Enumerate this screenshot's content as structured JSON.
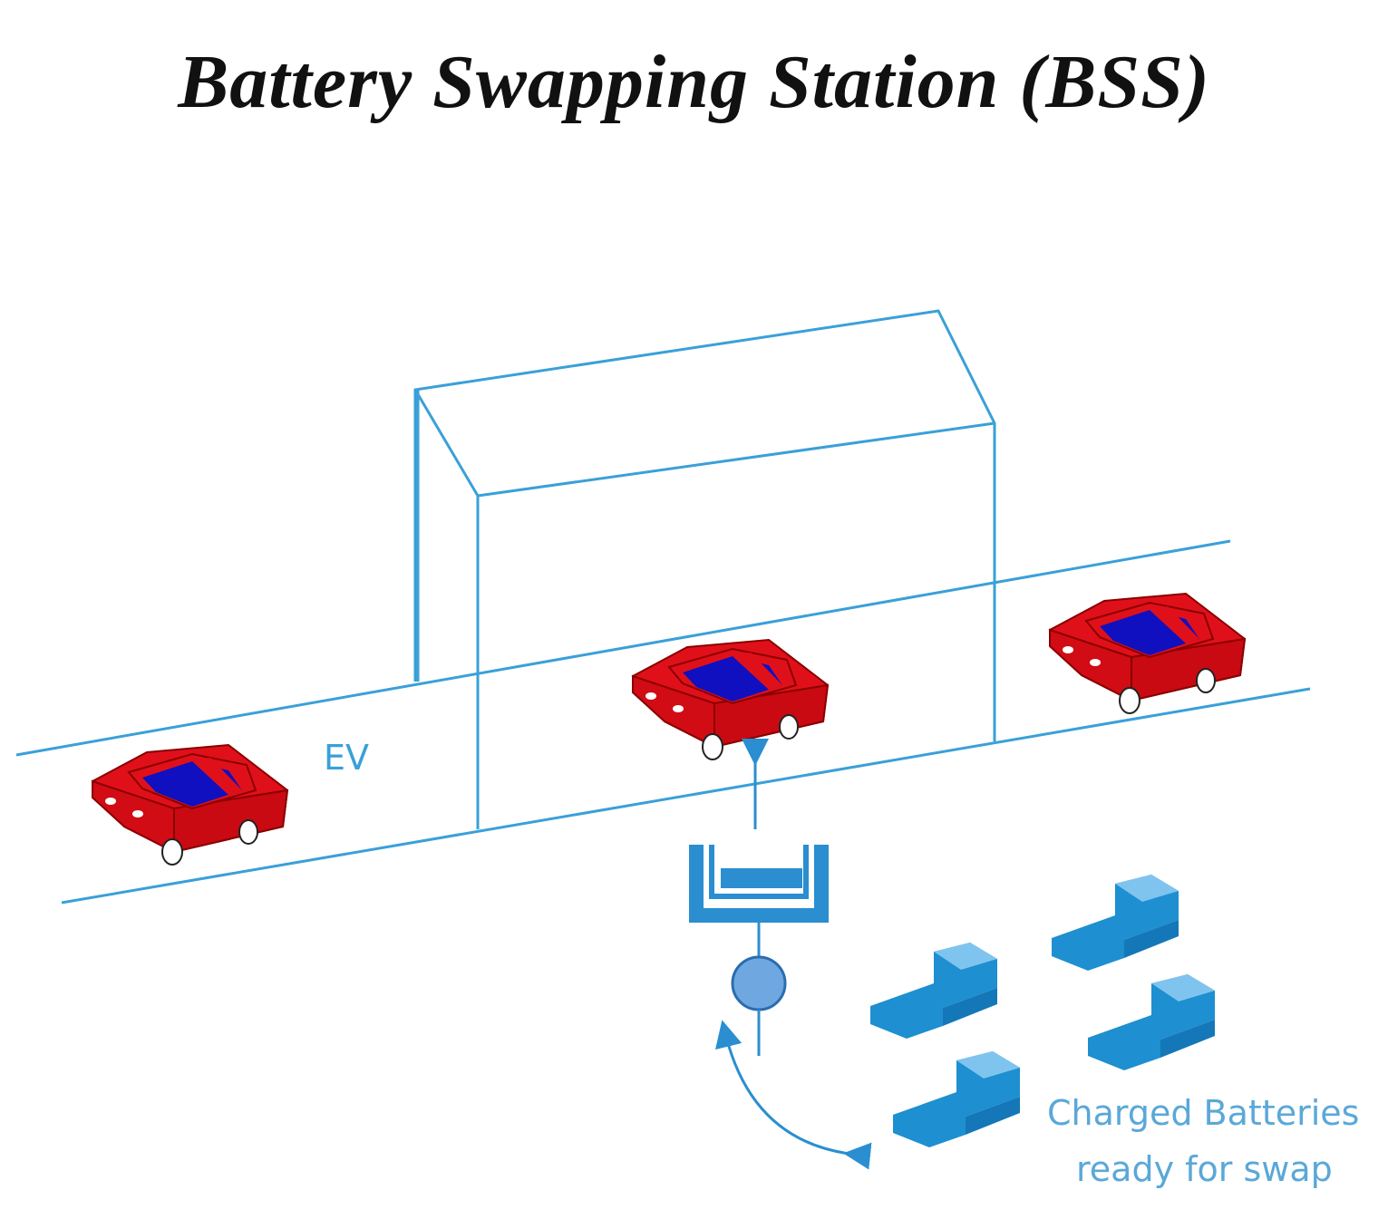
{
  "title": "Battery Swapping Station (BSS)",
  "labels": {
    "ev": "EV",
    "batteries_line1": "Charged Batteries",
    "batteries_line2": "ready for swap"
  },
  "colors": {
    "line": "#3aa0d8",
    "battery": "#1e8fd0",
    "car_body": "#e0101a",
    "car_roof": "#1010c0",
    "swap_device": "#2a8ed0"
  },
  "icons": [
    "car-icon",
    "battery-icon",
    "swap-arrow-icon",
    "station-building-icon"
  ]
}
